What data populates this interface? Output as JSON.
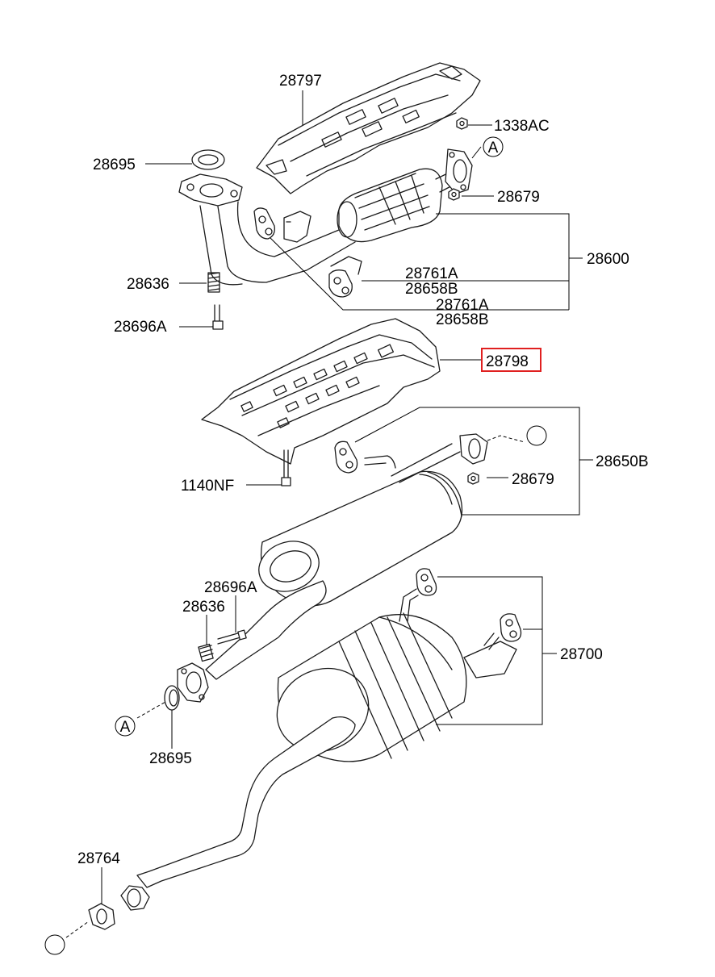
{
  "labels": {
    "p28797": "28797",
    "p1338AC": "1338AC",
    "p28695_top": "28695",
    "ref_A_top": "A",
    "p28679_top": "28679",
    "p28600": "28600",
    "p28761A_1": "28761A",
    "p28658B_1": "28658B",
    "p28636_top": "28636",
    "p28761A_2": "28761A",
    "p28658B_2": "28658B",
    "p28696A_top": "28696A",
    "p28798": "28798",
    "p28650B": "28650B",
    "p1140NF": "1140NF",
    "p28679_mid": "28679",
    "p28696A_mid": "28696A",
    "p28636_mid": "28636",
    "p28700": "28700",
    "ref_A_bottom": "A",
    "p28695_bottom": "28695",
    "p28764": "28764"
  },
  "highlight": {
    "part": "28798",
    "color": "#e02020"
  }
}
